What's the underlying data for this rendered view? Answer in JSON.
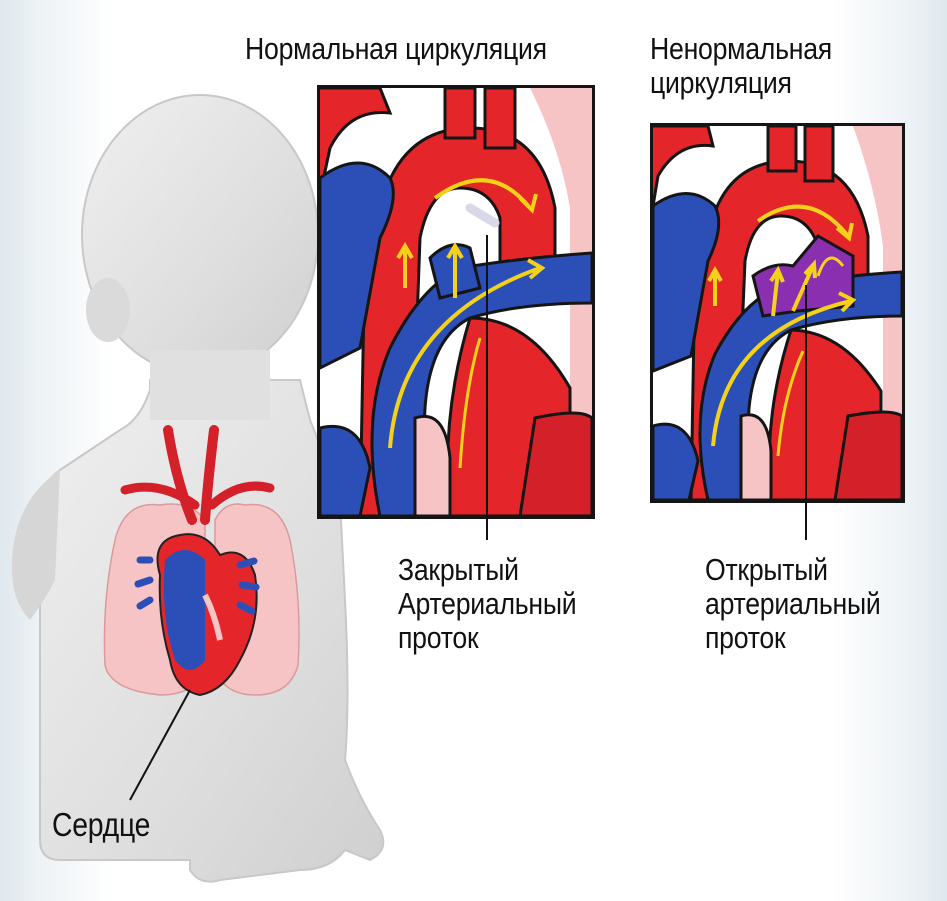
{
  "labels": {
    "normal_title": "Нормальная циркуляция",
    "abnormal_title_line1": "Ненормальная",
    "abnormal_title_line2": "циркуляция",
    "closed_duct_line1": "Закрытый",
    "closed_duct_line2": "Артериальный",
    "closed_duct_line3": "проток",
    "open_duct_line1": "Открытый",
    "open_duct_line2": "артериальный",
    "open_duct_line3": "проток",
    "heart": "Сердце"
  },
  "colors": {
    "artery_red": "#e4262b",
    "vein_blue": "#2b4fb6",
    "mixed_purple": "#8a2fb0",
    "flow_yellow": "#f4d21a",
    "lung_pink": "#f7c4c6",
    "body_gray": "#e2e2e2",
    "outline": "#151515"
  }
}
